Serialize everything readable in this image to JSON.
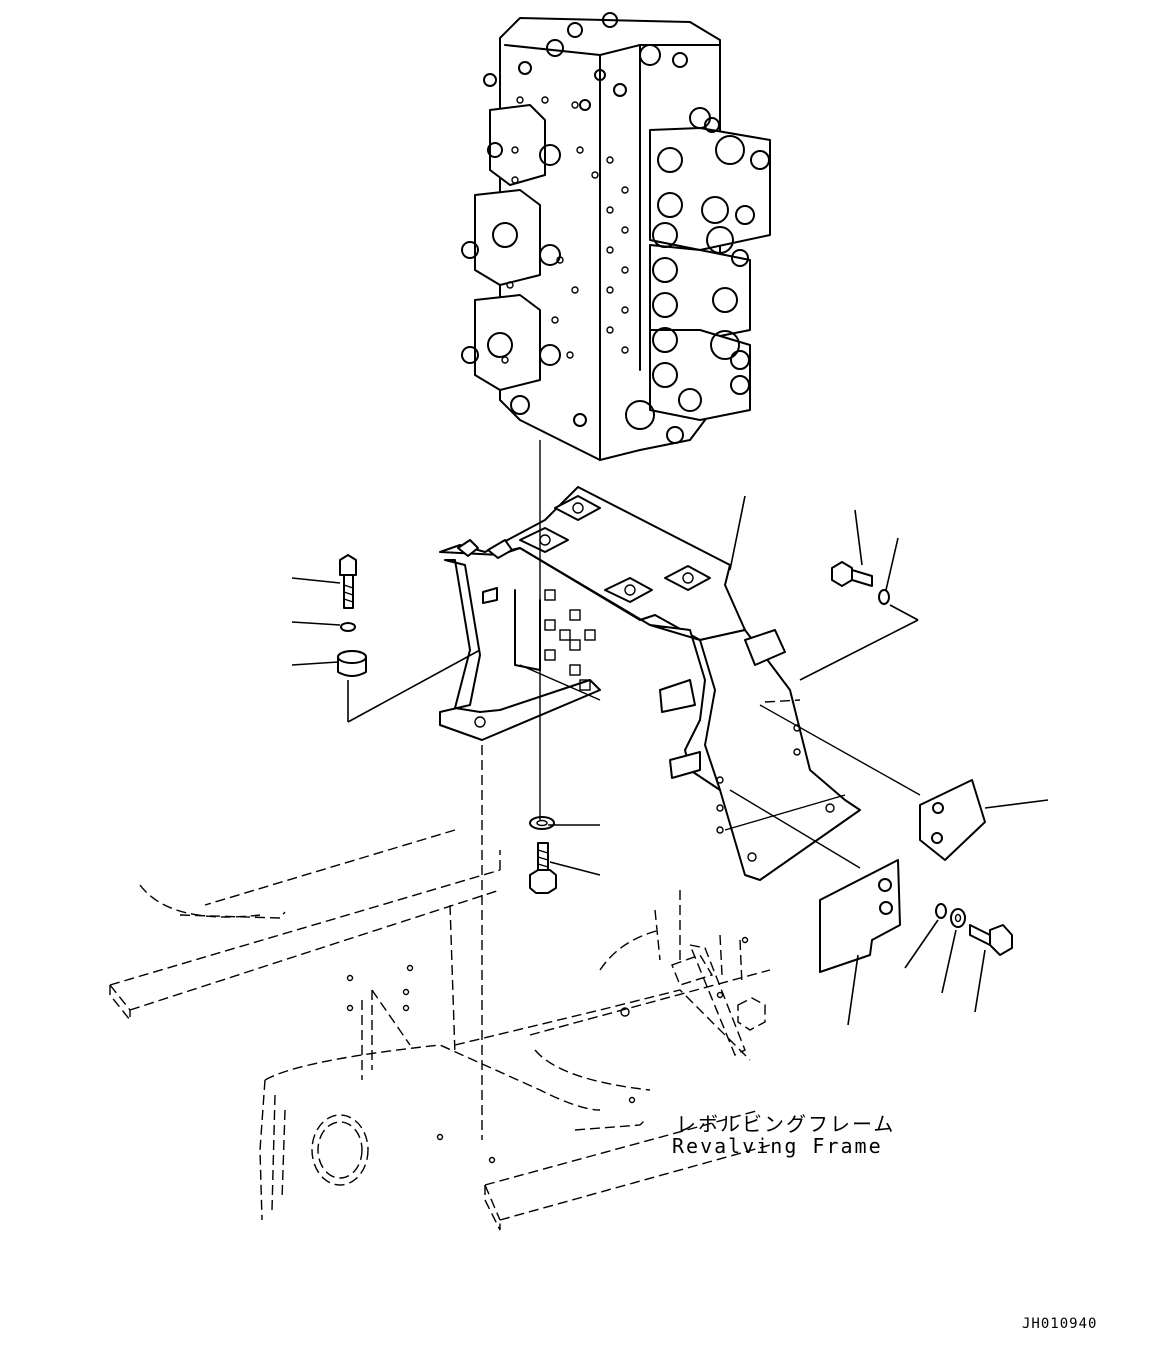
{
  "labels": {
    "frame_jp": "レボルビングフレーム",
    "frame_en": "Revalving Frame"
  },
  "drawing_number": "JH010940"
}
